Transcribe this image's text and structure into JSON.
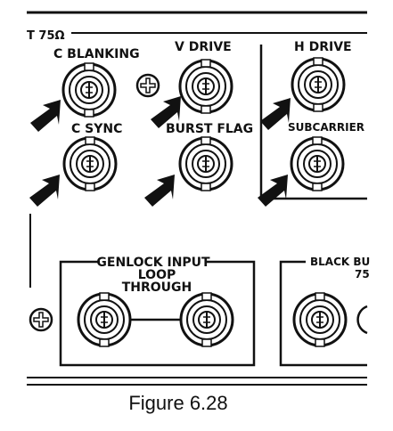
{
  "panel": {
    "top_output_label": "T 75Ω",
    "connectors": {
      "c_blanking": "C BLANKING",
      "v_drive": "V DRIVE",
      "h_drive": "H DRIVE",
      "c_sync": "C SYNC",
      "burst_flag": "BURST FLAG",
      "subcarrier": "SUBCARRIER"
    },
    "genlock": {
      "line1": "GENLOCK INPUT",
      "line2": "LOOP",
      "line3": "THROUGH"
    },
    "black_burst": {
      "line1": "BLACK BU",
      "line2": "75"
    }
  },
  "caption": "Figure 6.28"
}
